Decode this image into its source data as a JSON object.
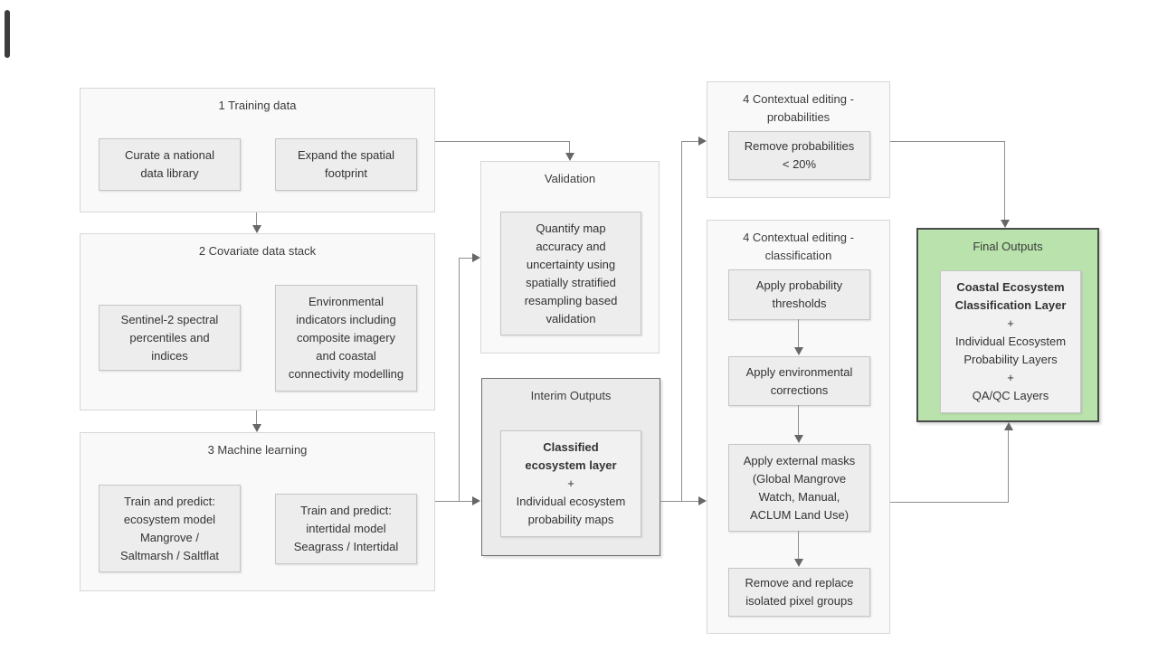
{
  "diagram": {
    "training": {
      "title": "1 Training data",
      "curate": "Curate a national\ndata library",
      "expand": "Expand the spatial\nfootprint"
    },
    "covariate": {
      "title": "2 Covariate data stack",
      "sentinel": "Sentinel-2 spectral\npercentiles and\nindices",
      "environmental": "Environmental\nindicators including\ncomposite imagery\nand coastal\nconnectivity modelling"
    },
    "machine_learning": {
      "title": "3 Machine learning",
      "ecosystem_model": "Train and predict:\necosystem model\nMangrove /\nSaltmarsh / Saltflat",
      "intertidal_model": "Train and predict:\nintertidal model\nSeagrass / Intertidal"
    },
    "validation": {
      "title": "Validation",
      "quantify": "Quantify map\naccuracy and\nuncertainty using\nspatially stratified\nresampling based\nvalidation"
    },
    "interim_outputs": {
      "title": "Interim Outputs",
      "classified_bold": "Classified\necosystem layer",
      "plus": "+",
      "probability_maps": "Individual ecosystem\nprobability maps"
    },
    "contextual_probabilities": {
      "title": "4 Contextual editing -\nprobabilities",
      "remove_probabilities": "Remove probabilities\n< 20%"
    },
    "contextual_classification": {
      "title": "4 Contextual editing -\nclassification",
      "thresholds": "Apply probability\nthresholds",
      "corrections": "Apply environmental\ncorrections",
      "masks": "Apply external masks\n(Global Mangrove\nWatch, Manual,\nACLUM Land Use)",
      "isolated": "Remove and replace\nisolated pixel groups"
    },
    "final_outputs": {
      "title": "Final Outputs",
      "classification_layer_bold": "Coastal Ecosystem\nClassification Layer",
      "plus1": "+",
      "probability_layers": "Individual Ecosystem\nProbability Layers",
      "plus2": "+",
      "qaqc_layers": "QA/QC Layers"
    }
  },
  "colors": {
    "group_fill": "#f9f9f9",
    "group_border": "#d7d7d7",
    "node_fill": "#ededed",
    "node_border": "#c6c6c6",
    "interim_fill": "#ebebeb",
    "interim_border": "#6e6e6e",
    "final_fill": "#b9e2ac",
    "final_border": "#4a4a4a",
    "connector": "#8f8f8f",
    "arrowhead": "#676767",
    "text": "#333333"
  }
}
